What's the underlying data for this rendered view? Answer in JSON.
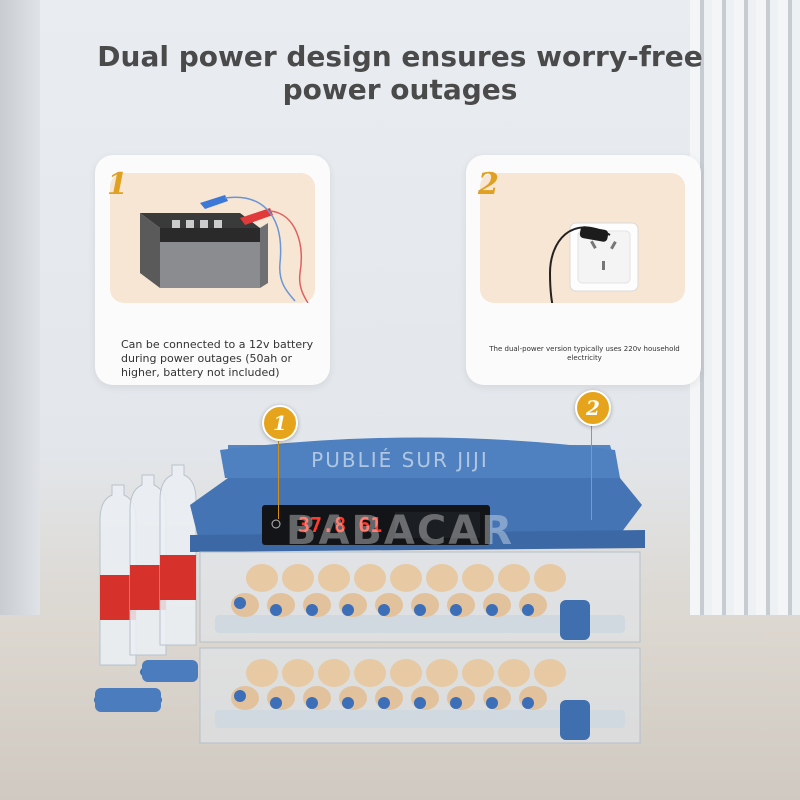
{
  "headline": {
    "line1": "Dual power design ensures worry-free",
    "line2": "power outages"
  },
  "cards": [
    {
      "number": "1",
      "text": "Can be connected to a 12v battery during power outages (50ah or higher, battery not included)"
    },
    {
      "number": "2",
      "text": "The dual-power version typically uses 220v household electricity"
    }
  ],
  "callouts": [
    "1",
    "2"
  ],
  "display": {
    "readout": "37.8 61"
  },
  "watermark": {
    "line1": "PUBLIÉ SUR JIJI",
    "line2": "BABACAR"
  },
  "colors": {
    "accent": "#e5a41b",
    "incubator_blue": "#3f6fae",
    "card_tint": "#f6e6d3",
    "headline_text": "#4a4a4a",
    "display_red": "#ff3a2a"
  },
  "icons": [
    "battery-icon",
    "power-socket-icon",
    "plug-cable-icon",
    "water-bottle-icon",
    "egg-icon"
  ]
}
